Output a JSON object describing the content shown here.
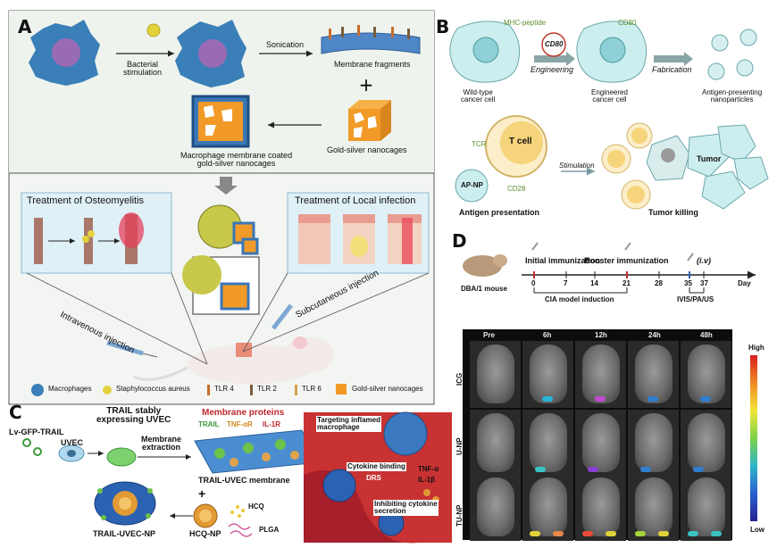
{
  "panel_a": {
    "label": "A",
    "bacterial_stimulation": "Bacterial\nstimulation",
    "sonication": "Sonication",
    "membrane_fragments": "Membrane fragments",
    "gold_silver_nanocages": "Gold-silver nanocages",
    "coated": "Macrophage membrane coated\ngold-silver nanocages",
    "osteomyelitis": "Treatment of Osteomyelitis",
    "local_infection": "Treatment of Local infection",
    "intravenous": "Intravenous injection",
    "subcutaneous": "Subcutaneous injection",
    "legend": [
      "Macrophages",
      "Staphylococcus aureus",
      "TLR 4",
      "TLR 2",
      "TLR 6",
      "Gold-silver nanocages"
    ]
  },
  "panel_b": {
    "label": "B",
    "mhc": "MHC-peptide",
    "cd80_circle": "CD80",
    "cd80": "CD80",
    "engineering": "Engineering",
    "fabrication": "Fabrication",
    "wild_type": "Wild-type\ncancer cell",
    "engineered": "Engineered\ncancer cell",
    "apn": "Antigen-presenting\nnanoparticles",
    "tcr": "TCR",
    "t_cell": "T cell",
    "ap_np": "AP-NP",
    "cd28": "CD28",
    "stimulation": "Stimulation",
    "tumor": "Tumor",
    "antigen_presentation": "Antigen presentation",
    "tumor_killing": "Tumor killing"
  },
  "panel_c": {
    "label": "C",
    "lv_gfp": "Lv-GFP-TRAIL",
    "uvec": "UVEC",
    "trail_stably": "TRAIL stably\nexpressing UVEC",
    "membrane_extraction": "Membrane\nextraction",
    "membrane_proteins": "Membrane proteins",
    "trail": "TRAIL",
    "tnfar": "TNF-αR",
    "il1r": "IL-1R",
    "trail_uvec_membrane": "TRAIL-UVEC membrane",
    "hcq": "HCQ",
    "plga": "PLGA",
    "hcq_np": "HCQ-NP",
    "trail_uvec_np": "TRAIL-UVEC-NP",
    "targeting": "Targeting inflamed\nmacrophage",
    "cytokine_binding": "Cytokine binding",
    "drs": "DRS",
    "tnfa": "TNF-α",
    "il1b": "IL-1β",
    "inhibiting": "Inhibiting cytokine\nsecretion"
  },
  "panel_d": {
    "label": "D",
    "initial": "Initial immunization",
    "booster": "Booster immunization",
    "iv": "(i.v)",
    "ticks": [
      "0",
      "7",
      "14",
      "21",
      "28",
      "35",
      "37"
    ],
    "day": "Day",
    "mouse": "DBA/1 mouse",
    "cia": "CIA model induction",
    "ivis": "IVIS/PA/US",
    "columns": [
      "Pre",
      "6h",
      "12h",
      "24h",
      "48h"
    ],
    "rows": [
      "ICG",
      "U-NP",
      "TU-NP"
    ],
    "colorbar_high": "High",
    "colorbar_low": "Low"
  }
}
